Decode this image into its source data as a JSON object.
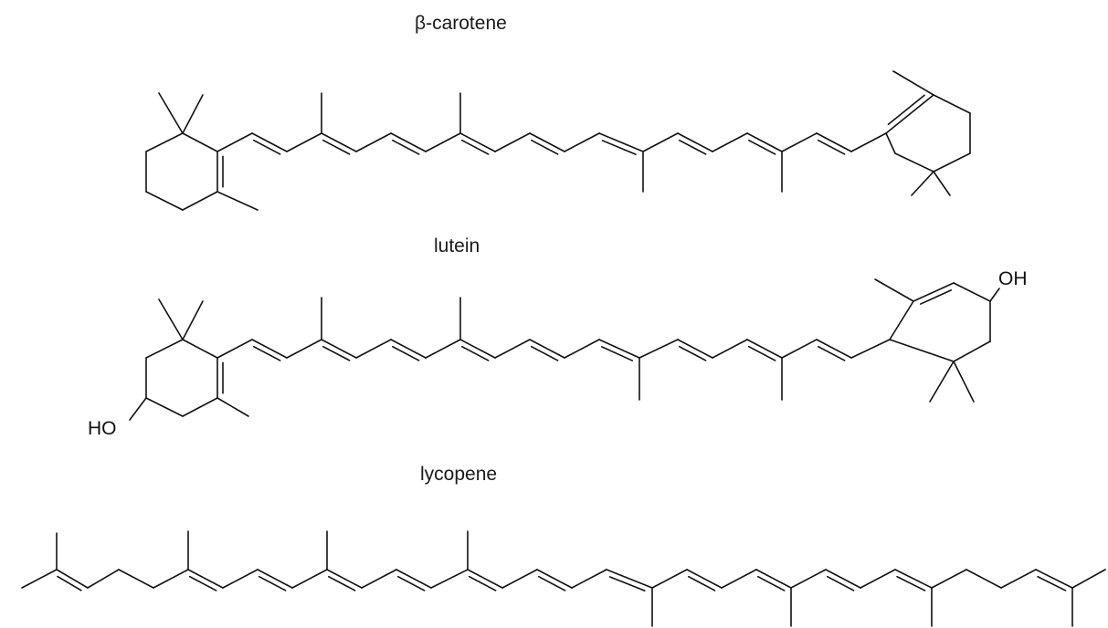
{
  "molecules": [
    {
      "name": "β-carotene",
      "atom_labels": []
    },
    {
      "name": "lutein",
      "atom_labels": [
        "OH",
        "HO"
      ]
    },
    {
      "name": "lycopene",
      "atom_labels": []
    }
  ],
  "colors": {
    "ink": "#111111",
    "background": "#ffffff"
  }
}
